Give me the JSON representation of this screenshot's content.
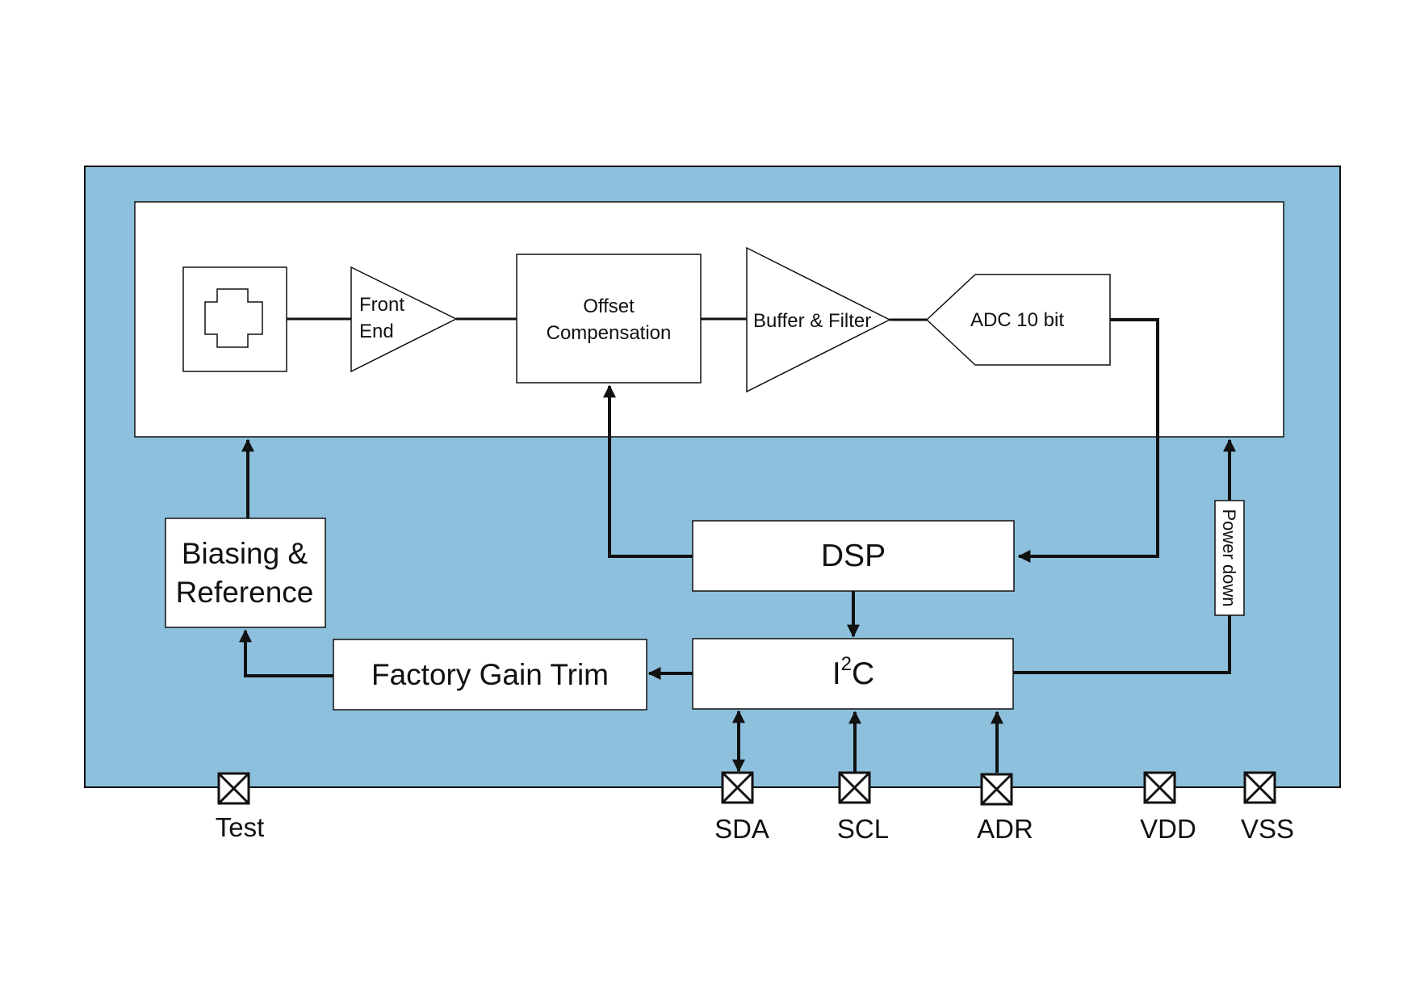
{
  "colors": {
    "chip_fill": "#8dc0dc",
    "block_fill": "#ffffff",
    "stroke": "#111111"
  },
  "blocks": {
    "sensor": {
      "icon": "hall-sensor-plate-icon"
    },
    "front_end": {
      "line1": "Front",
      "line2": "End"
    },
    "offset": {
      "line1": "Offset",
      "line2": "Compensation"
    },
    "buffer": {
      "label": "Buffer & Filter"
    },
    "adc": {
      "label": "ADC 10 bit"
    },
    "biasing": {
      "line1": "Biasing &",
      "line2": "Reference"
    },
    "dsp": {
      "label": "DSP"
    },
    "i2c": {
      "label_main": "I",
      "label_sup": "2",
      "label_end": "C"
    },
    "factory": {
      "label": "Factory Gain Trim"
    },
    "power_down": {
      "label": "Power down"
    }
  },
  "pins": [
    {
      "id": "test",
      "label": "Test"
    },
    {
      "id": "sda",
      "label": "SDA"
    },
    {
      "id": "scl",
      "label": "SCL"
    },
    {
      "id": "adr",
      "label": "ADR"
    },
    {
      "id": "vdd",
      "label": "VDD"
    },
    {
      "id": "vss",
      "label": "VSS"
    }
  ]
}
